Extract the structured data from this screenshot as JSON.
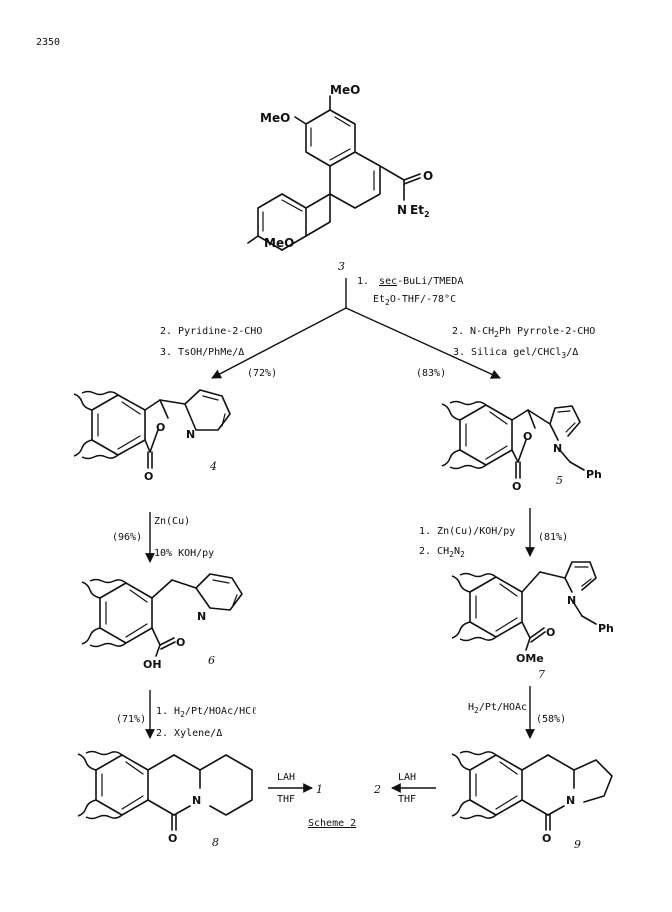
{
  "page_number": "2350",
  "scheme_title": "Scheme 2",
  "compounds": {
    "c3": "3",
    "c4": "4",
    "c5": "5",
    "c6": "6",
    "c7": "7",
    "c8": "8",
    "c9": "9",
    "c1": "1",
    "c2": "2"
  },
  "atom_labels": {
    "meo_top": "MeO",
    "meo_mid": "MeO",
    "meo_bottom": "MeO",
    "O": "O",
    "N": "N",
    "Et": "Et",
    "Et_sub": "2",
    "oh": "OH",
    "ome": "OMe",
    "ph": "Ph"
  },
  "reaction_top": {
    "step1_num": "1.",
    "step1_reagent_u": "sec",
    "step1_reagent_rest": "-BuLi/TMEDA",
    "step1_solvent": "Et",
    "step1_solvent_sub": "2",
    "step1_solvent_rest": "O-THF/-78°C"
  },
  "reaction_left": {
    "step2": "2.  Pyridine-2-CHO",
    "step3": "3.  TsOH/PhMe/Δ",
    "yield": "(72%)"
  },
  "reaction_right": {
    "step2": "2.  N-CH",
    "step2_sub": "2",
    "step2_rest": "Ph Pyrrole-2-CHO",
    "step3": "3.  Silica gel/CHCl",
    "step3_sub": "3",
    "step3_rest": "/Δ",
    "yield": "(83%)"
  },
  "reaction_4_to_6": {
    "yield": "(96%)",
    "reagent1": "Zn(Cu)",
    "reagent2": "10% KOH/py"
  },
  "reaction_5_to_7": {
    "step1": "1.  Zn(Cu)/KOH/py",
    "step2": "2.  CH",
    "step2_sub": "2",
    "step2_rest": "N",
    "step2_sub2": "2",
    "yield": "(81%)"
  },
  "reaction_6_to_8": {
    "yield": "(71%)",
    "step1": "1.  H",
    "step1_sub": "2",
    "step1_rest": "/Pt/HOAc/HCℓ",
    "step2": "2.  Xylene/Δ"
  },
  "reaction_7_to_9": {
    "reagent": "H",
    "reagent_sub": "2",
    "reagent_rest": "/Pt/HOAc",
    "yield": "(58%)"
  },
  "reduction_left": {
    "top": "LAH",
    "bottom": "THF"
  },
  "reduction_right": {
    "top": "LAH",
    "bottom": "THF"
  }
}
